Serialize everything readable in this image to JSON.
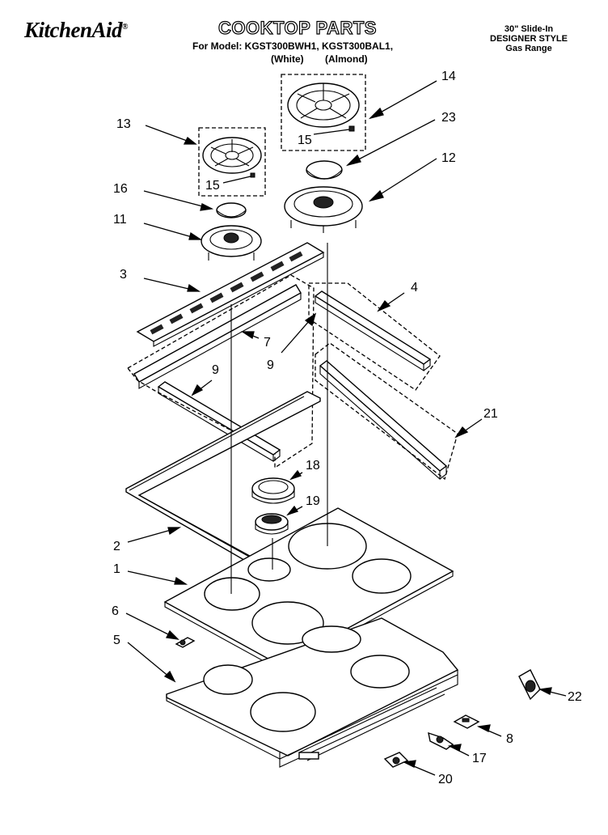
{
  "header": {
    "brand": "KitchenAid",
    "title": "COOKTOP PARTS",
    "model_line": "For Model: KGST300BWH1, KGST300BAL1,",
    "variant_white": "(White)",
    "variant_almond": "(Almond)",
    "size_line": "30\" Slide-In",
    "style_line": "DESIGNER STYLE",
    "type_line": "Gas Range"
  },
  "callouts": {
    "c1": "1",
    "c2": "2",
    "c3": "3",
    "c4": "4",
    "c5": "5",
    "c6": "6",
    "c7": "7",
    "c8": "8",
    "c9a": "9",
    "c9b": "9",
    "c11": "11",
    "c12": "12",
    "c13": "13",
    "c14": "14",
    "c15a": "15",
    "c15b": "15",
    "c16": "16",
    "c17": "17",
    "c18": "18",
    "c19": "19",
    "c20": "20",
    "c21": "21",
    "c22": "22",
    "c23": "23"
  }
}
